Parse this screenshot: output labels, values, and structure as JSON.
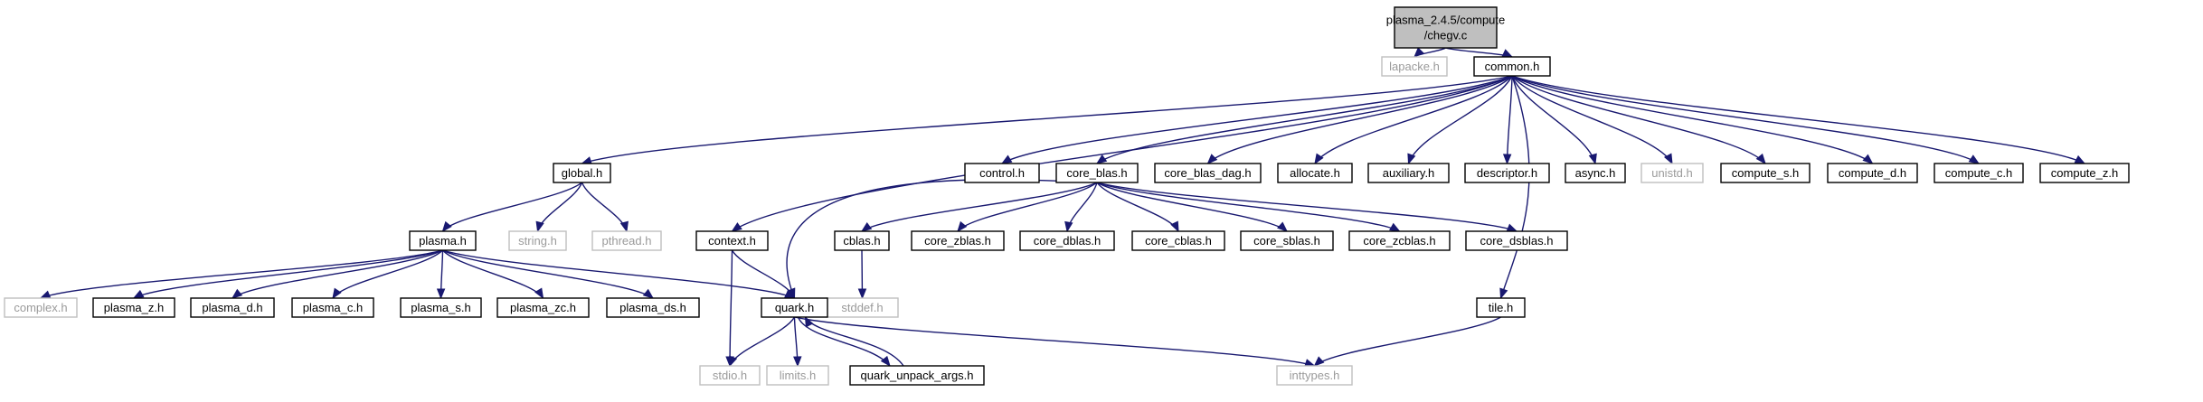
{
  "nodes": [
    {
      "id": "root",
      "lines": [
        "plasma_2.4.5/compute",
        "/chegv.c"
      ],
      "style": "root"
    },
    {
      "id": "lapacke",
      "lines": [
        "lapacke.h"
      ],
      "style": "ext"
    },
    {
      "id": "common",
      "lines": [
        "common.h"
      ],
      "style": "normal"
    },
    {
      "id": "global",
      "lines": [
        "global.h"
      ],
      "style": "normal"
    },
    {
      "id": "control",
      "lines": [
        "control.h"
      ],
      "style": "normal"
    },
    {
      "id": "core_blas",
      "lines": [
        "core_blas.h"
      ],
      "style": "normal"
    },
    {
      "id": "core_blas_dag",
      "lines": [
        "core_blas_dag.h"
      ],
      "style": "normal"
    },
    {
      "id": "allocate",
      "lines": [
        "allocate.h"
      ],
      "style": "normal"
    },
    {
      "id": "auxiliary",
      "lines": [
        "auxiliary.h"
      ],
      "style": "normal"
    },
    {
      "id": "descriptor",
      "lines": [
        "descriptor.h"
      ],
      "style": "normal"
    },
    {
      "id": "async",
      "lines": [
        "async.h"
      ],
      "style": "normal"
    },
    {
      "id": "unistd",
      "lines": [
        "unistd.h"
      ],
      "style": "ext"
    },
    {
      "id": "compute_s",
      "lines": [
        "compute_s.h"
      ],
      "style": "normal"
    },
    {
      "id": "compute_d",
      "lines": [
        "compute_d.h"
      ],
      "style": "normal"
    },
    {
      "id": "compute_c",
      "lines": [
        "compute_c.h"
      ],
      "style": "normal"
    },
    {
      "id": "compute_z",
      "lines": [
        "compute_z.h"
      ],
      "style": "normal"
    },
    {
      "id": "plasma",
      "lines": [
        "plasma.h"
      ],
      "style": "normal"
    },
    {
      "id": "string",
      "lines": [
        "string.h"
      ],
      "style": "ext"
    },
    {
      "id": "pthread",
      "lines": [
        "pthread.h"
      ],
      "style": "ext"
    },
    {
      "id": "context",
      "lines": [
        "context.h"
      ],
      "style": "normal"
    },
    {
      "id": "cblas",
      "lines": [
        "cblas.h"
      ],
      "style": "normal"
    },
    {
      "id": "core_zblas",
      "lines": [
        "core_zblas.h"
      ],
      "style": "normal"
    },
    {
      "id": "core_dblas",
      "lines": [
        "core_dblas.h"
      ],
      "style": "normal"
    },
    {
      "id": "core_cblas",
      "lines": [
        "core_cblas.h"
      ],
      "style": "normal"
    },
    {
      "id": "core_sblas",
      "lines": [
        "core_sblas.h"
      ],
      "style": "normal"
    },
    {
      "id": "core_zcblas",
      "lines": [
        "core_zcblas.h"
      ],
      "style": "normal"
    },
    {
      "id": "core_dsblas",
      "lines": [
        "core_dsblas.h"
      ],
      "style": "normal"
    },
    {
      "id": "stddef",
      "lines": [
        "stddef.h"
      ],
      "style": "ext"
    },
    {
      "id": "complex",
      "lines": [
        "complex.h"
      ],
      "style": "ext"
    },
    {
      "id": "plasma_z",
      "lines": [
        "plasma_z.h"
      ],
      "style": "normal"
    },
    {
      "id": "plasma_d",
      "lines": [
        "plasma_d.h"
      ],
      "style": "normal"
    },
    {
      "id": "plasma_c",
      "lines": [
        "plasma_c.h"
      ],
      "style": "normal"
    },
    {
      "id": "plasma_s",
      "lines": [
        "plasma_s.h"
      ],
      "style": "normal"
    },
    {
      "id": "plasma_zc",
      "lines": [
        "plasma_zc.h"
      ],
      "style": "normal"
    },
    {
      "id": "plasma_ds",
      "lines": [
        "plasma_ds.h"
      ],
      "style": "normal"
    },
    {
      "id": "quark",
      "lines": [
        "quark.h"
      ],
      "style": "normal"
    },
    {
      "id": "tile",
      "lines": [
        "tile.h"
      ],
      "style": "normal"
    },
    {
      "id": "stdio",
      "lines": [
        "stdio.h"
      ],
      "style": "ext"
    },
    {
      "id": "limits",
      "lines": [
        "limits.h"
      ],
      "style": "ext"
    },
    {
      "id": "quark_unpack",
      "lines": [
        "quark_unpack_args.h"
      ],
      "style": "normal"
    },
    {
      "id": "inttypes",
      "lines": [
        "inttypes.h"
      ],
      "style": "ext"
    }
  ],
  "edges": [
    [
      "root",
      "lapacke"
    ],
    [
      "root",
      "common"
    ],
    [
      "common",
      "global"
    ],
    [
      "common",
      "context"
    ],
    [
      "common",
      "control"
    ],
    [
      "common",
      "core_blas"
    ],
    [
      "common",
      "core_blas_dag"
    ],
    [
      "common",
      "allocate"
    ],
    [
      "common",
      "auxiliary"
    ],
    [
      "common",
      "descriptor"
    ],
    [
      "common",
      "tile"
    ],
    [
      "common",
      "async"
    ],
    [
      "common",
      "unistd"
    ],
    [
      "common",
      "compute_s"
    ],
    [
      "common",
      "compute_d"
    ],
    [
      "common",
      "compute_c"
    ],
    [
      "common",
      "compute_z"
    ],
    [
      "global",
      "plasma"
    ],
    [
      "global",
      "string"
    ],
    [
      "global",
      "pthread"
    ],
    [
      "plasma",
      "complex"
    ],
    [
      "plasma",
      "plasma_z"
    ],
    [
      "plasma",
      "plasma_d"
    ],
    [
      "plasma",
      "plasma_c"
    ],
    [
      "plasma",
      "plasma_s"
    ],
    [
      "plasma",
      "plasma_zc"
    ],
    [
      "plasma",
      "plasma_ds"
    ],
    [
      "plasma",
      "quark"
    ],
    [
      "context",
      "quark"
    ],
    [
      "context",
      "stdio"
    ],
    [
      "core_blas",
      "quark"
    ],
    [
      "core_blas",
      "cblas"
    ],
    [
      "core_blas",
      "core_zblas"
    ],
    [
      "core_blas",
      "core_dblas"
    ],
    [
      "core_blas",
      "core_cblas"
    ],
    [
      "core_blas",
      "core_sblas"
    ],
    [
      "core_blas",
      "core_zcblas"
    ],
    [
      "core_blas",
      "core_dsblas"
    ],
    [
      "cblas",
      "stddef"
    ],
    [
      "quark",
      "stdio"
    ],
    [
      "quark",
      "limits"
    ],
    [
      "quark",
      "quark_unpack"
    ],
    [
      "quark",
      "inttypes"
    ],
    [
      "quark_unpack",
      "quark"
    ],
    [
      "tile",
      "inttypes"
    ]
  ]
}
